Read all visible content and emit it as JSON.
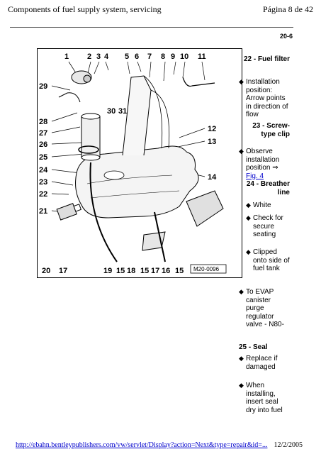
{
  "header": {
    "title": "Components of fuel supply system, servicing",
    "page": "Página 8 de 42"
  },
  "section": "20-6",
  "figure": {
    "code": "M20-0096",
    "callouts_top": [
      "1",
      "2",
      "3",
      "4",
      "5",
      "6",
      "7",
      "8",
      "9",
      "10",
      "11"
    ],
    "callouts_left": [
      "29",
      "28",
      "27",
      "26",
      "25",
      "24",
      "23",
      "22",
      "21"
    ],
    "callouts_mid": [
      "30",
      "31"
    ],
    "callouts_right": [
      "12",
      "13",
      "14"
    ],
    "callouts_bottom": [
      "20",
      "17",
      "19",
      "15",
      "18",
      "15",
      "17",
      "16",
      "15"
    ]
  },
  "items": [
    {
      "heading": "22 - Fuel filter",
      "bullets": [
        {
          "text": "Installation position: Arrow points in direction of flow"
        }
      ]
    },
    {
      "heading": "23 - Screw-type clip",
      "bullets": [
        {
          "text": "Observe installation position",
          "link": "Fig. 4"
        }
      ]
    },
    {
      "heading": "24 - Breather line",
      "bullets": [
        {
          "text": "White"
        },
        {
          "text": "Check for secure seating"
        },
        {
          "text": "Clipped onto side of fuel tank"
        },
        {
          "text": "To EVAP canister purge regulator valve - N80-"
        }
      ]
    },
    {
      "heading": "25 - Seal",
      "bullets": [
        {
          "text": "Replace if damaged"
        },
        {
          "text": "When installing, insert seal dry into fuel"
        }
      ]
    }
  ],
  "footer": {
    "url": "http://ebahn.bentleypublishers.com/vw/servlet/Display?action=Next&type=repair&id=...",
    "date": "12/2/2005"
  },
  "icons": {
    "bullet": "diamond-bullet-icon",
    "link_arrow": "right-arrow-icon"
  }
}
